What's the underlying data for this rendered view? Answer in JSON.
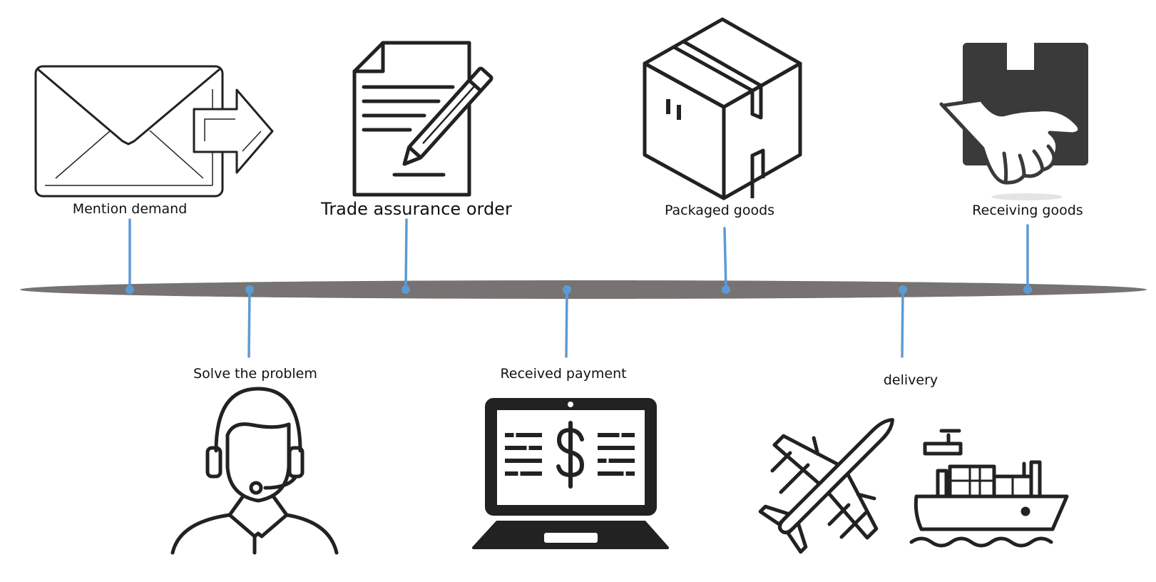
{
  "colors": {
    "bar": "#767372",
    "connector": "#5b9bd5",
    "icon_stroke": "#222222",
    "icon_fill": "#3a3a3a"
  },
  "steps": [
    {
      "label": "Mention demand",
      "icon": "envelope-send-icon"
    },
    {
      "label": "Solve the problem",
      "icon": "headset-agent-icon"
    },
    {
      "label": "Trade assurance order",
      "icon": "document-pencil-icon"
    },
    {
      "label": "Received payment",
      "icon": "laptop-dollar-icon"
    },
    {
      "label": "Packaged goods",
      "icon": "package-box-icon"
    },
    {
      "label": "delivery",
      "icon": "plane-ship-icon"
    },
    {
      "label": "Receiving goods",
      "icon": "hand-receive-box-icon"
    }
  ]
}
